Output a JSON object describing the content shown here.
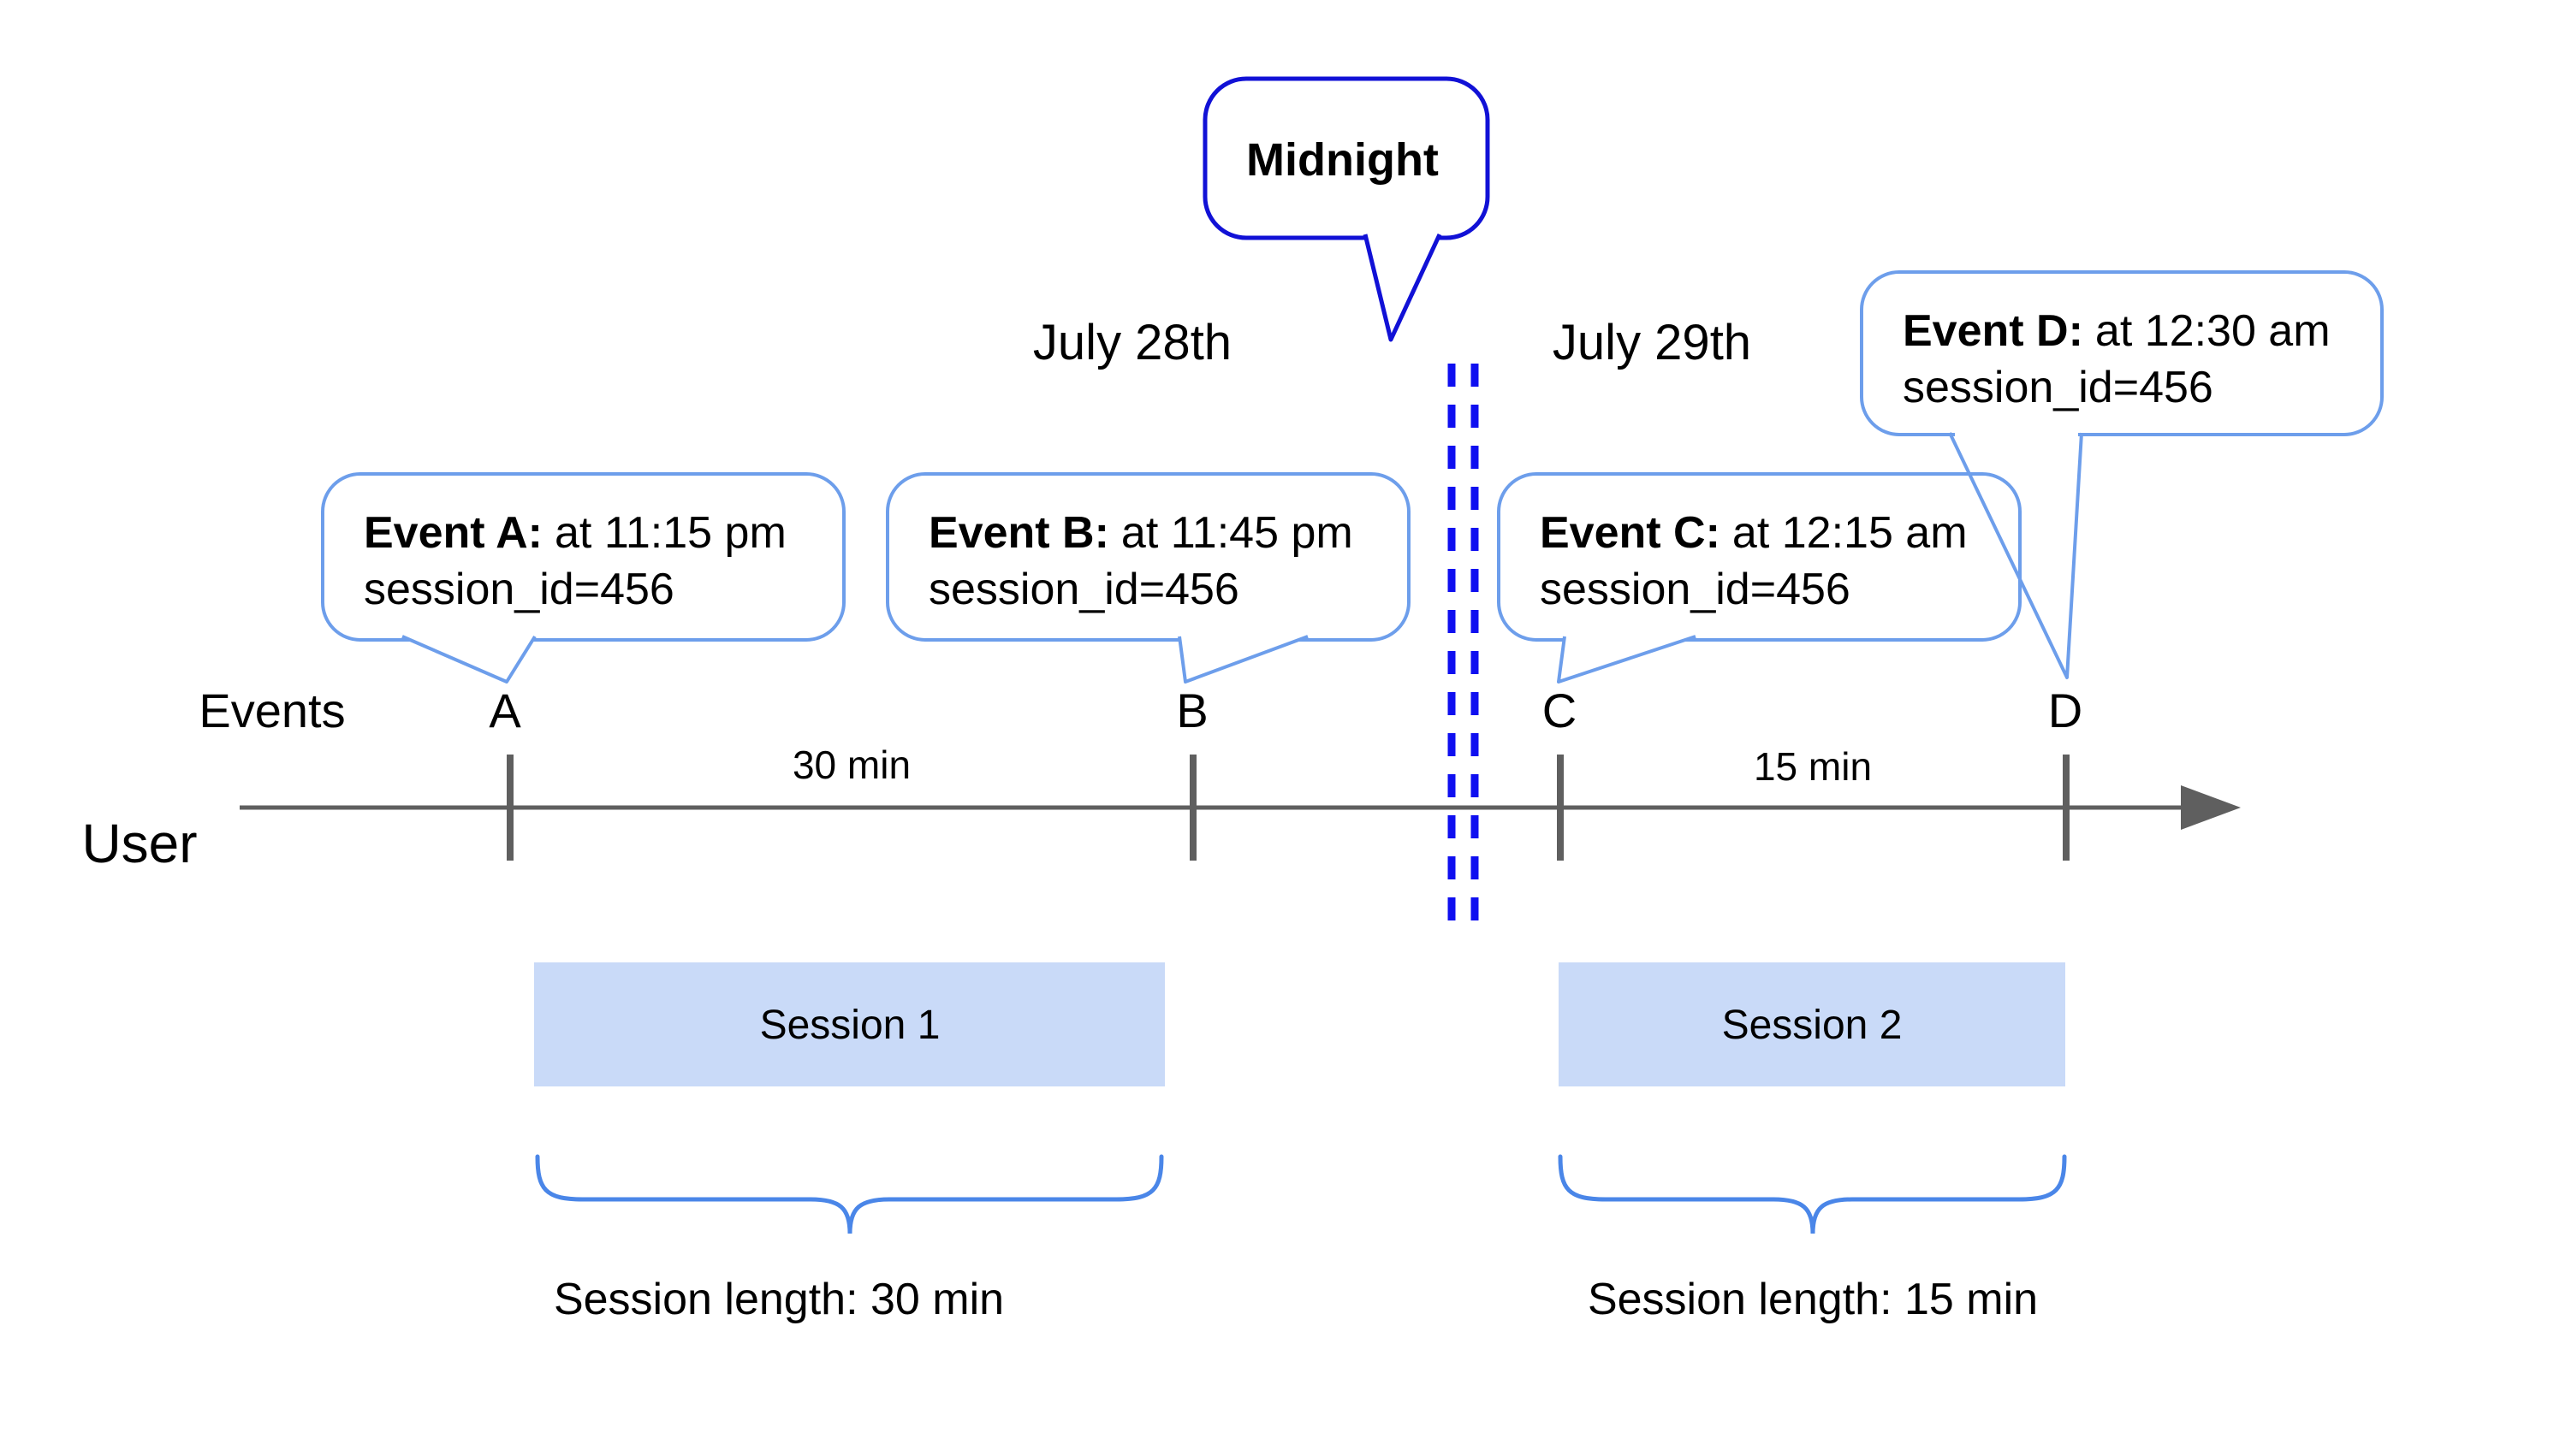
{
  "colors": {
    "midnight_border_blue": "#1111d6",
    "divider_dash_blue": "#0f0ff0",
    "callout_border_blue": "#6d9eeb",
    "brace_blue": "#4a86e8",
    "session_box_fill": "#c9daf8",
    "axis_gray": "#5f5f5f",
    "text_black": "#000000"
  },
  "midnight": {
    "label": "Midnight"
  },
  "dates": {
    "left": "July 28th",
    "right": "July 29th"
  },
  "events": [
    {
      "tick": "A",
      "title": "Event A:",
      "time": "at 11:15 pm",
      "session": "session_id=456"
    },
    {
      "tick": "B",
      "title": "Event B:",
      "time": "at 11:45 pm",
      "session": "session_id=456"
    },
    {
      "tick": "C",
      "title": "Event C:",
      "time": "at 12:15 am",
      "session": "session_id=456"
    },
    {
      "tick": "D",
      "title": "Event D:",
      "time": "at 12:30 am",
      "session": "session_id=456"
    }
  ],
  "timeline": {
    "events_label": "Events",
    "user_label": "User",
    "interval_left": "30 min",
    "interval_right": "15 min"
  },
  "sessions": [
    {
      "label": "Session 1",
      "length": "Session length: 30 min"
    },
    {
      "label": "Session 2",
      "length": "Session length: 15 min"
    }
  ]
}
